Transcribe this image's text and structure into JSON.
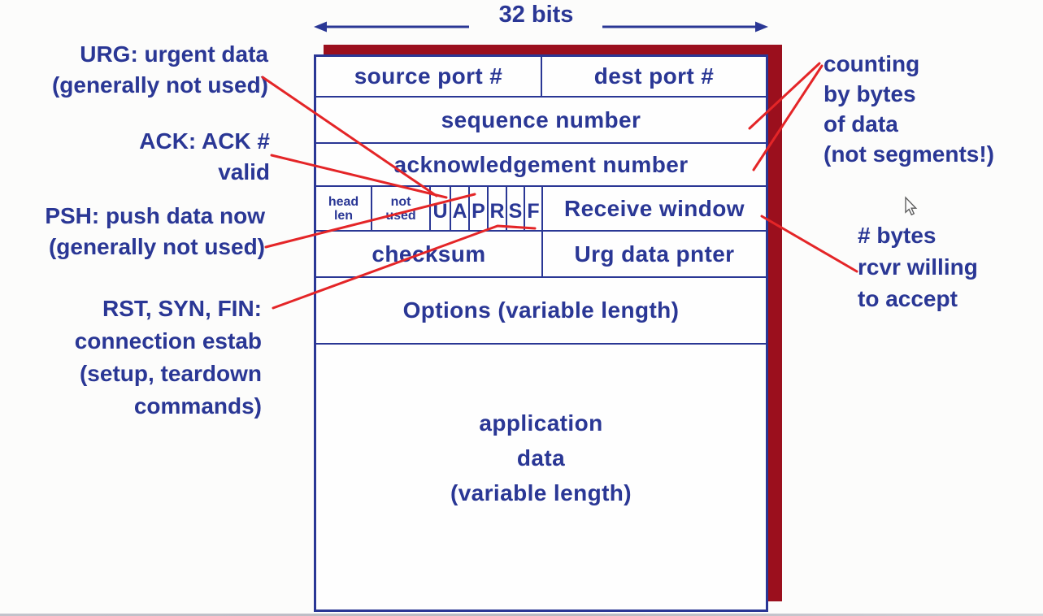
{
  "colors": {
    "ink_blue": "#2a3795",
    "annotation_red": "#e42527",
    "shadow_red": "#9b0f1d",
    "background": "#fcfcfb"
  },
  "top": {
    "width_label": "32 bits"
  },
  "segment": {
    "row1": {
      "source_port": "source port #",
      "dest_port": "dest port #"
    },
    "row2": {
      "label": "sequence number"
    },
    "row3": {
      "label": "acknowledgement number"
    },
    "row4": {
      "head_len": [
        "head",
        "len"
      ],
      "not_used": [
        "not",
        "used"
      ],
      "flags": [
        "U",
        "A",
        "P",
        "R",
        "S",
        "F"
      ],
      "receive_window": "Receive window"
    },
    "row5": {
      "checksum": "checksum",
      "urg_pointer": "Urg data pnter"
    },
    "row6": {
      "options": "Options (variable length)"
    },
    "row7": {
      "lines": [
        "application",
        "data",
        "(variable length)"
      ]
    }
  },
  "annotations": {
    "left": [
      {
        "id": "urg",
        "lines": [
          "URG: urgent data",
          "(generally not used)"
        ]
      },
      {
        "id": "ack",
        "lines": [
          "ACK: ACK #",
          "valid"
        ]
      },
      {
        "id": "psh",
        "lines": [
          "PSH: push data now",
          "(generally not used)"
        ]
      },
      {
        "id": "rst",
        "lines": [
          "RST, SYN, FIN:",
          "connection estab",
          "(setup, teardown",
          "commands)"
        ]
      }
    ],
    "right": [
      {
        "id": "counting",
        "lines": [
          "counting",
          "by bytes",
          "of data",
          "(not segments!)"
        ]
      },
      {
        "id": "bytes",
        "lines": [
          "# bytes",
          "rcvr willing",
          "to accept"
        ]
      }
    ]
  },
  "icons": {
    "cursor": "mouse-arrow-pointer"
  }
}
